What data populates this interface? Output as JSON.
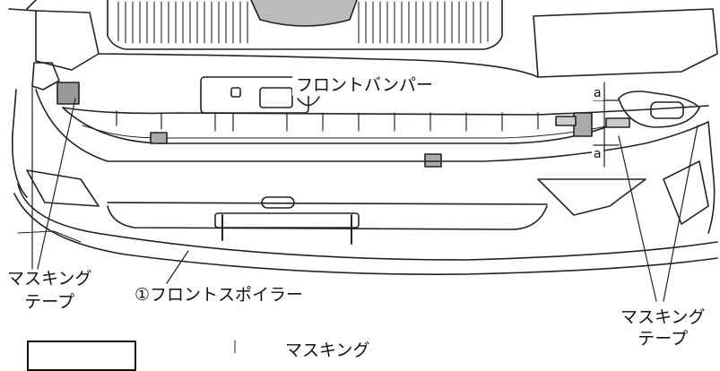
{
  "labels": {
    "front_bumper": "フロントバンパー",
    "front_spoiler": "①フロントスポイラー",
    "dimension_a_top": "a",
    "dimension_a_bottom": "a",
    "masking_tape_left_line1": "マスキング",
    "masking_tape_left_line2": "テープ",
    "masking_tape_right_line1": "マスキング",
    "masking_tape_right_line2": "テープ",
    "masking_bottom": "マスキング"
  }
}
